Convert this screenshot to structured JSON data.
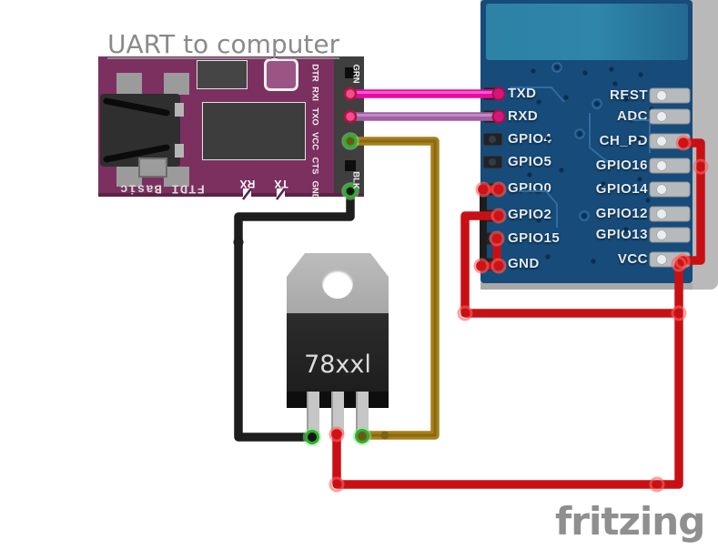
{
  "title": "UART to computer",
  "watermark": "fritzing",
  "colors": {
    "ftdi_purple": "#7b3060",
    "esp_pcb_blue": "#174b79",
    "esp_antenna_blue": "#2d82a6",
    "wire_magenta": "#e80aa0",
    "wire_violet": "#a05fa5",
    "wire_gold": "#a5801c",
    "wire_black": "#1d1d1d",
    "wire_red": "#c81014",
    "terminal_green": "#2fae2f",
    "label_gray": "#8a8a8a"
  },
  "ftdi": {
    "silkscreen_label": "FTDI Basic",
    "header_pins": [
      "DTR",
      "RXI",
      "TXO",
      "VCC",
      "CTS",
      "GND"
    ],
    "green_wire_label": "GRN",
    "black_wire_label": "BLK",
    "rx_label": "RX",
    "tx_label": "TX"
  },
  "regulator": {
    "label": "78xxl"
  },
  "esp": {
    "left_pins": [
      "TXD",
      "RXD",
      "GPIO4",
      "GPIO5",
      "GPIO0",
      "GPIO2",
      "GPIO15",
      "GND"
    ],
    "right_pins": [
      "REST",
      "ADC",
      "CH_PD",
      "GPIO16",
      "GPIO14",
      "GPIO12",
      "GPIO13",
      "VCC"
    ]
  }
}
